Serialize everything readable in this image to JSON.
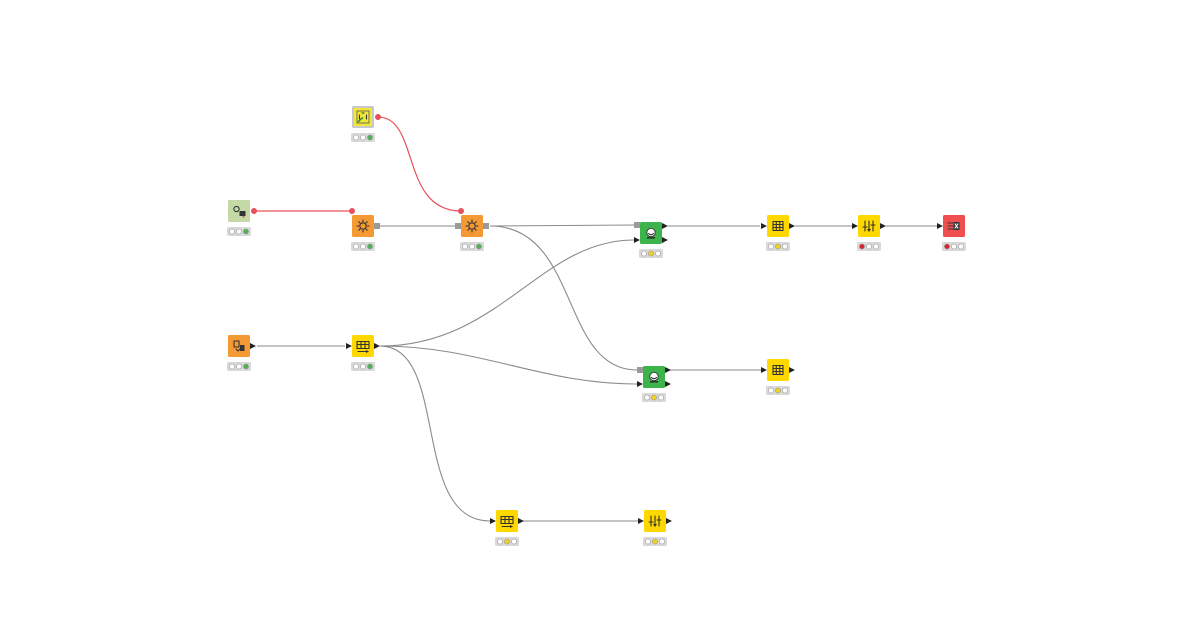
{
  "palette": {
    "source": "#f39a35",
    "manipulator": "#ffd800",
    "learner": "#3cb44b",
    "sink": "#ef4f4f",
    "component": "#c5d9a6",
    "variable": "#c8c8c8",
    "flow_variable_port": "#e8505b",
    "status_green": "#4fb24f",
    "status_yellow": "#f3d21a",
    "status_red": "#d9242b",
    "status_off": "#ffffff"
  },
  "nodes": [
    {
      "id": "n1",
      "category": "variable",
      "icon": "flow-variable-icon",
      "status": "green"
    },
    {
      "id": "n2",
      "category": "component",
      "icon": "component-icon",
      "status": "green"
    },
    {
      "id": "n3",
      "category": "source",
      "icon": "settings-gear-icon",
      "status": "green"
    },
    {
      "id": "n4",
      "category": "source",
      "icon": "settings-gear-icon",
      "status": "green"
    },
    {
      "id": "n5",
      "category": "learner",
      "icon": "learner-icon",
      "status": "yellow"
    },
    {
      "id": "n6",
      "category": "manipulator",
      "icon": "table-row-icon",
      "status": "yellow"
    },
    {
      "id": "n7",
      "category": "manipulator",
      "icon": "column-filter-icon",
      "status": "red"
    },
    {
      "id": "n8",
      "category": "sink",
      "icon": "excel-writer-icon",
      "status": "red"
    },
    {
      "id": "n9",
      "category": "source",
      "icon": "file-reader-icon",
      "status": "green"
    },
    {
      "id": "n10",
      "category": "manipulator",
      "icon": "table-manipulation-icon",
      "status": "green"
    },
    {
      "id": "n11",
      "category": "learner",
      "icon": "learner-icon",
      "status": "yellow"
    },
    {
      "id": "n12",
      "category": "manipulator",
      "icon": "table-row-icon",
      "status": "yellow"
    },
    {
      "id": "n13",
      "category": "manipulator",
      "icon": "table-manipulation-icon",
      "status": "yellow"
    },
    {
      "id": "n14",
      "category": "manipulator",
      "icon": "column-filter-icon",
      "status": "yellow"
    }
  ],
  "connections": [
    {
      "from": "n2",
      "to": "n3",
      "kind": "flow-variable"
    },
    {
      "from": "n1",
      "to": "n4",
      "kind": "flow-variable"
    },
    {
      "from": "n3",
      "to": "n4",
      "kind": "data"
    },
    {
      "from": "n4",
      "to": "n5",
      "kind": "data"
    },
    {
      "from": "n4",
      "to": "n11",
      "kind": "data"
    },
    {
      "from": "n5",
      "to": "n6",
      "kind": "data"
    },
    {
      "from": "n6",
      "to": "n7",
      "kind": "data"
    },
    {
      "from": "n7",
      "to": "n8",
      "kind": "data"
    },
    {
      "from": "n9",
      "to": "n10",
      "kind": "data"
    },
    {
      "from": "n10",
      "to": "n5",
      "kind": "data"
    },
    {
      "from": "n10",
      "to": "n11",
      "kind": "data"
    },
    {
      "from": "n10",
      "to": "n13",
      "kind": "data"
    },
    {
      "from": "n11",
      "to": "n12",
      "kind": "data"
    },
    {
      "from": "n13",
      "to": "n14",
      "kind": "data"
    }
  ]
}
